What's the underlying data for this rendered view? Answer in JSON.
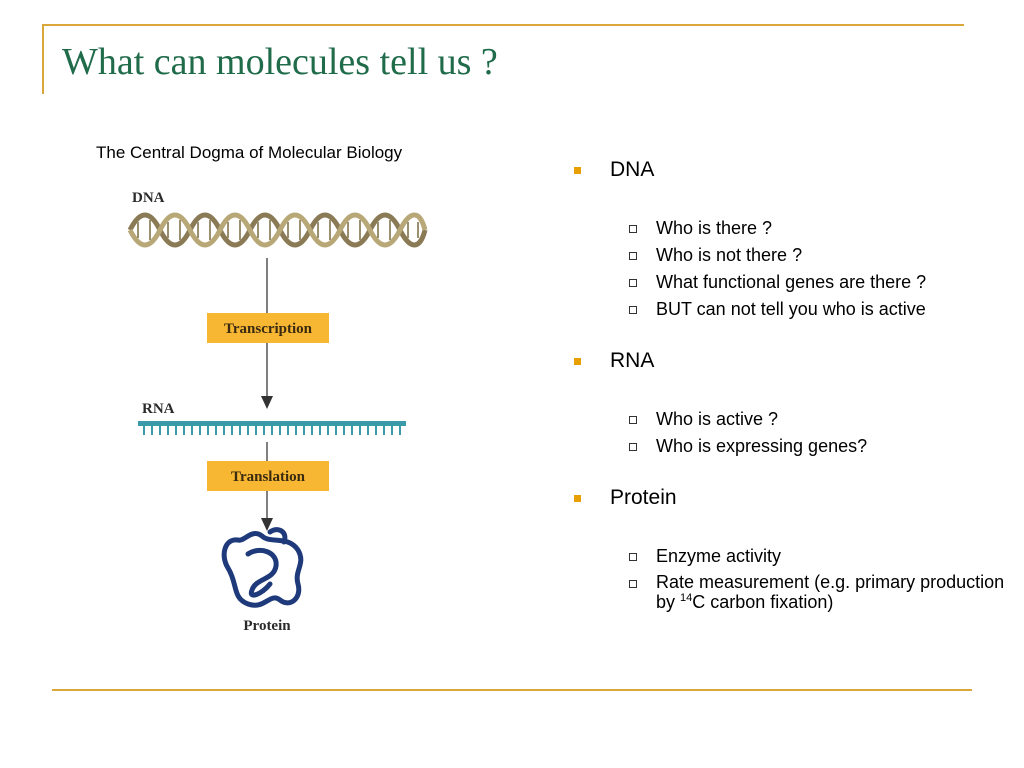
{
  "title": "What can molecules tell us ?",
  "diagram": {
    "caption": "The Central Dogma of Molecular Biology",
    "dna_label": "DNA",
    "transcription_label": "Transcription",
    "rna_label": "RNA",
    "translation_label": "Translation",
    "protein_label": "Protein"
  },
  "sections": [
    {
      "heading": "DNA",
      "items": [
        "Who is there ?",
        "Who is not there ?",
        "What functional genes are there ?",
        "BUT can not tell you who is active"
      ]
    },
    {
      "heading": "RNA",
      "items": [
        "Who is active ?",
        "Who is expressing genes?"
      ]
    },
    {
      "heading": "Protein",
      "items": [
        "Enzyme activity"
      ],
      "rate_item": {
        "prefix": "Rate measurement (e.g. primary production by ",
        "superscript": "14",
        "suffix": "C carbon fixation)"
      }
    }
  ],
  "colors": {
    "title": "#1f6b4a",
    "accent_rule": "#d9a73a",
    "bullet": "#e8a000",
    "box_fill": "#f7b733",
    "rna_strand": "#3a9aa8",
    "protein": "#1f3a7a"
  }
}
